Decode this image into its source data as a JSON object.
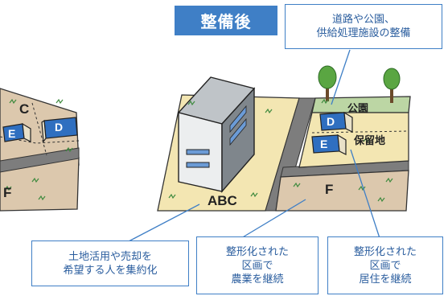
{
  "title": "整備後",
  "callouts": {
    "infrastructure": [
      "道路や公園、",
      "供給処理施設の整備"
    ],
    "consolidation": [
      "土地活用や売却を",
      "希望する人を集約化"
    ],
    "farming": [
      "整形化された",
      "区画で",
      "農業を継続"
    ],
    "housing": [
      "整形化された",
      "区画で",
      "居住を継続"
    ]
  },
  "map_labels": {
    "building": "ABC",
    "park": "公園",
    "reserve_land": "保留地",
    "left_c": "C",
    "left_d": "D",
    "left_e": "E",
    "left_f": "F",
    "right_d": "D",
    "right_e": "E",
    "right_f": "F"
  },
  "colors": {
    "accent": "#3f7fc6",
    "callout_text": "#2a5d9e",
    "sand": "#f3e6b2",
    "soil": "#dcc8ad",
    "road": "#7d7d7d",
    "park": "#bcd6a4",
    "house_roof": "#2f6fc0"
  }
}
